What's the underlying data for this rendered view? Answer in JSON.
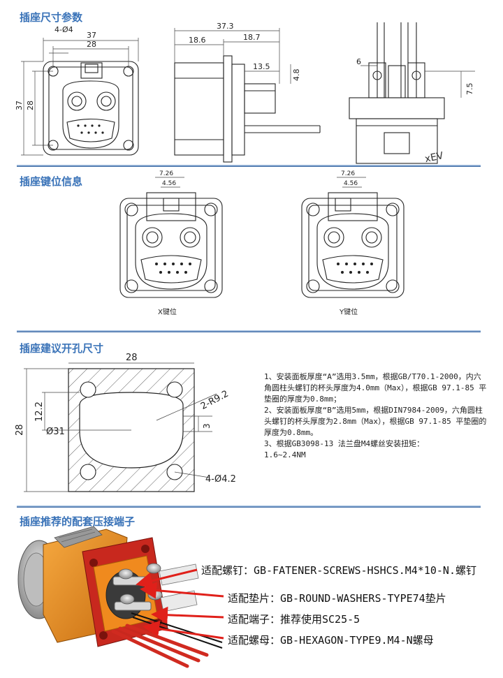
{
  "sections": {
    "s1": {
      "title": "插座尺寸参数"
    },
    "s2": {
      "title": "插座键位信息"
    },
    "s3": {
      "title": "插座建议开孔尺寸"
    },
    "s4": {
      "title": "插座推荐的配套压接端子"
    }
  },
  "dims_front": {
    "d1": "4-Ø4",
    "d2": "37",
    "d3": "28",
    "d4": "37",
    "d5": "28"
  },
  "dims_side": {
    "d1": "37.3",
    "d2": "18.6",
    "d3": "18.7",
    "d4": "13.5",
    "d5": "4.8"
  },
  "dims_back": {
    "d1": "6",
    "d2": "7.5",
    "brand": "xEV"
  },
  "keying": {
    "x_label": "X键位",
    "y_label": "Y键位",
    "w1": "7.26",
    "w2": "4.56"
  },
  "cutout": {
    "width": "28",
    "height": "28",
    "h2": "12.2",
    "dia": "Ø31",
    "radius": "2-R9.2",
    "offset": "3",
    "holes": "4-Ø4.2"
  },
  "notes": [
    "1、安装面板厚度“A”选用3.5mm，根据GB/T70.1-2000，内六角圆柱头螺钉的杯头厚度为4.0mm（Max），根据GB 97.1-85 平垫圈的厚度为0.8mm；",
    "2、安装面板厚度“B”选用5mm，根据DIN7984-2009，六角圆柱头螺钉的杯头厚度为2.8mm（Max），根据GB 97.1-85 平垫圈的厚度为0.8mm。",
    "3、根据GB3098-13 法兰盘M4螺丝安装扭矩：",
    "1.6~2.4NM"
  ],
  "callouts": [
    "适配螺钉：GB-FATENER-SCREWS-HSHCS.M4*10-N.螺钉",
    "适配垫片：GB-ROUND-WASHERS-TYPE74垫片",
    "适配端子：推荐使用SC25-5",
    "适配螺母：GB-HEXAGON-TYPE9.M4-N螺母"
  ],
  "colors": {
    "heading": "#3a73b8",
    "housing": "#e8891d",
    "flange": "#c8281e",
    "arrow": "#e0201a"
  }
}
